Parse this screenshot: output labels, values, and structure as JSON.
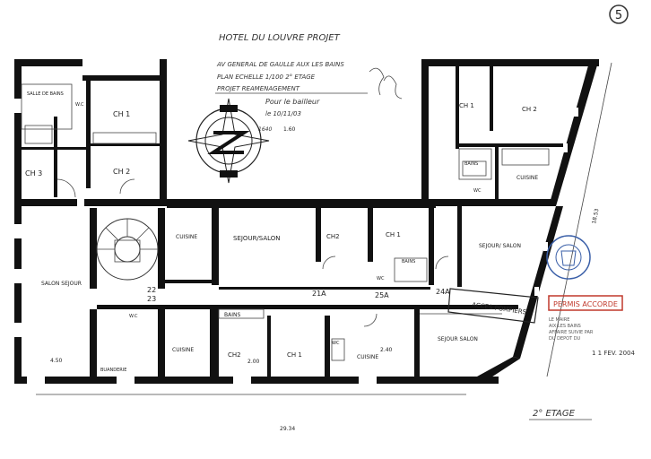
{
  "page_number": "5",
  "title_block": {
    "project": "HOTEL DU LOUVRE PROJET",
    "address": "AV GENERAL DE GAULLE AUX LES BAINS",
    "scale": "PLAN ECHELLE 1/100  2° ETAGE",
    "description": "PROJET REAMENAGEMENT",
    "signature_note": "Pour le bailleur",
    "date": "le 10/11/03",
    "code": "1640"
  },
  "room_labels": {
    "left_ch1": "CH 1",
    "left_ch2": "CH 2",
    "left_ch3": "CH 3",
    "salle_de_bains": "SALLE DE BAINS",
    "wc_top": "W.C",
    "salon_sejour_left": "SALON SEJOUR",
    "cuisine_center": "CUISINE",
    "sejour_salon_center": "SEJOUR/SALON",
    "ch2_center": "CH2",
    "ch1_center": "CH 1",
    "bains_center": "BAINS",
    "wc_center": "WC",
    "right_ch1": "CH 1",
    "right_ch2": "CH 2",
    "bains_right": "BAINS",
    "wc_right": "WC",
    "cuisine_right": "CUISINE",
    "sejour_salon_right": "SEJOUR/ SALON",
    "wc_small": "W.C",
    "bains_lower": "BAINS",
    "cuisine_lower_left": "CUISINE",
    "buanderie": "BUANDERIE",
    "ch2_lower": "CH2",
    "ch1_lower": "CH 1",
    "wc_lower": "WC",
    "cuisine_lower": "CUISINE",
    "sejour_salon_lower": "SEJOUR SALON"
  },
  "access_marks": {
    "m22": "22",
    "m23": "23",
    "m21a": "21A",
    "m25a": "25A",
    "m24a": "24A",
    "acces_pompiers": "ACCES POMPIERS"
  },
  "dimensions": {
    "bottom_total": "29.34",
    "right_side": "18.53",
    "d_450": "4.50",
    "d_160": "1.60",
    "d_200": "2.00",
    "d_240": "2.40"
  },
  "stamp": {
    "permis": "PERMIS ACCORDE",
    "issued_lines": [
      "LE MAIRE",
      "AIX LES BAINS",
      "AFFAIRE SUIVIE PAR",
      "DU DEPOT DU"
    ],
    "date": "1 1 FEV. 2004"
  },
  "floor_label": "2° ETAGE",
  "colors": {
    "stamp_red": "#c0392b",
    "stamp_blue": "#3a5fa8",
    "wall": "#111111"
  }
}
